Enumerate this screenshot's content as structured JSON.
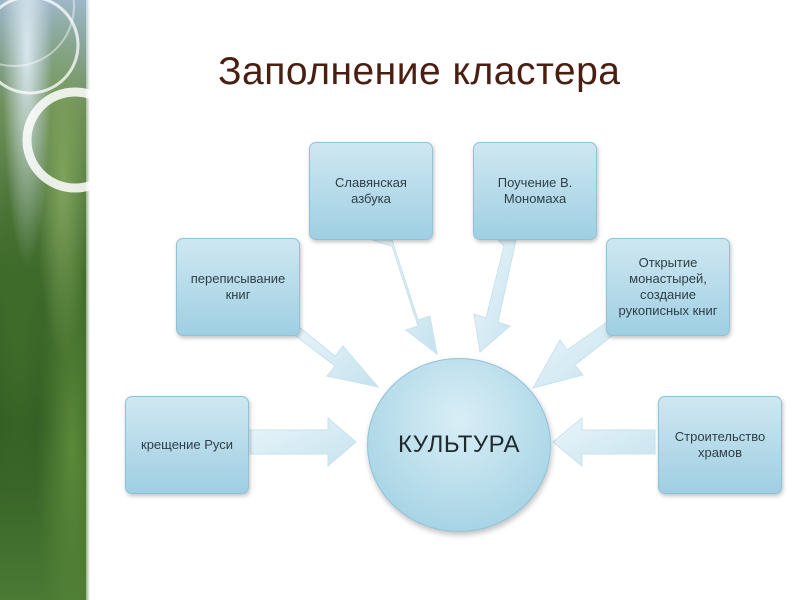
{
  "title": "Заполнение кластера",
  "hub": "КУЛЬТУРА",
  "nodes": [
    "крещение Руси",
    "переписывание книг",
    "Славянская азбука",
    "Поучение В. Мономаха",
    "Открытие монастырей, создание рукописных книг",
    "Строительство храмов"
  ]
}
